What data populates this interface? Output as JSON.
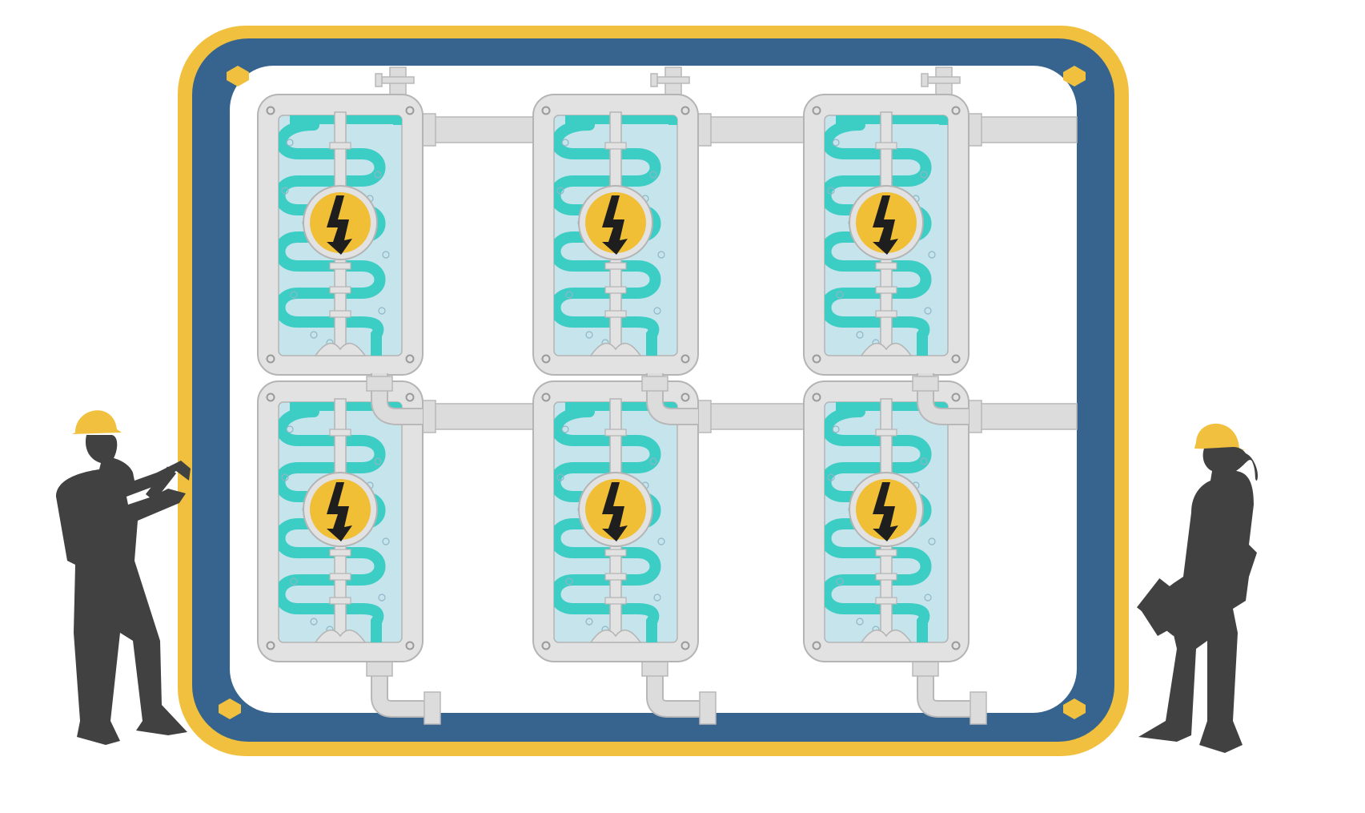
{
  "scene": {
    "description_free": true,
    "tank_rows": 2,
    "tank_columns": 3,
    "colors": {
      "outer_frame": "#F0C03E",
      "inner_frame": "#36648F",
      "bolt": "#F0C03E",
      "pipe": "#DCDCDC",
      "pipe_stroke": "#B8B8B8",
      "tank_body": "#E2E2E2",
      "tank_stroke": "#B4B4B4",
      "liquid": "#C6E4EC",
      "coil": "#3CCDC4",
      "badge": "#F0BF36",
      "bolt_symbol": "#1E1E1E",
      "silhouette": "#414141",
      "hard_hat": "#F0C03E"
    },
    "icons": {
      "badge": "lightning-bolt-icon",
      "workers": [
        "worker-with-tablet",
        "worker-with-folder"
      ]
    }
  }
}
